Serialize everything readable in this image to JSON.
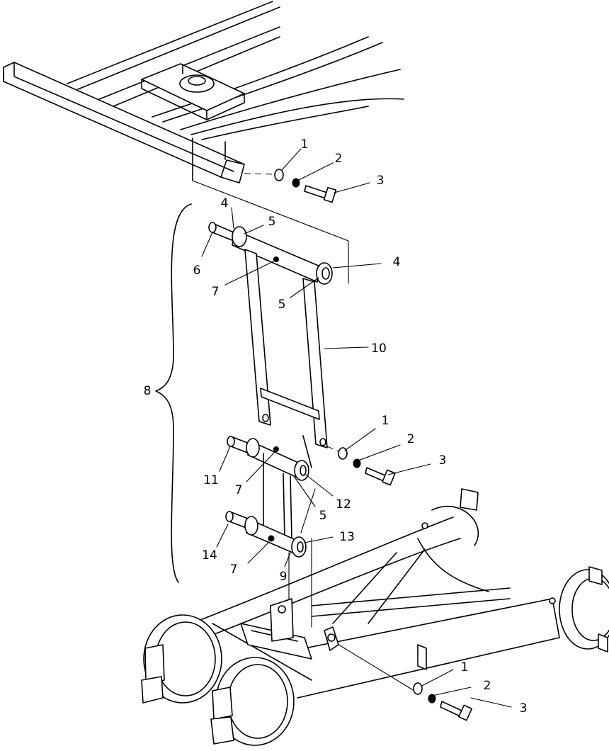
{
  "callouts": [
    {
      "id": "c1-top",
      "text": "1"
    },
    {
      "id": "c2-top",
      "text": "2"
    },
    {
      "id": "c3-top",
      "text": "3"
    },
    {
      "id": "c4-left",
      "text": "4"
    },
    {
      "id": "c5-left",
      "text": "5"
    },
    {
      "id": "c6",
      "text": "6"
    },
    {
      "id": "c4-right",
      "text": "4"
    },
    {
      "id": "c7-top",
      "text": "7"
    },
    {
      "id": "c5-mid",
      "text": "5"
    },
    {
      "id": "c10",
      "text": "10"
    },
    {
      "id": "c8",
      "text": "8"
    },
    {
      "id": "c1-mid",
      "text": "1"
    },
    {
      "id": "c2-mid",
      "text": "2"
    },
    {
      "id": "c3-mid",
      "text": "3"
    },
    {
      "id": "c11",
      "text": "11"
    },
    {
      "id": "c7-mid",
      "text": "7"
    },
    {
      "id": "c12",
      "text": "12"
    },
    {
      "id": "c5-low",
      "text": "5"
    },
    {
      "id": "c13",
      "text": "13"
    },
    {
      "id": "c14",
      "text": "14"
    },
    {
      "id": "c7-low",
      "text": "7"
    },
    {
      "id": "c9",
      "text": "9"
    },
    {
      "id": "c1-bot",
      "text": "1"
    },
    {
      "id": "c2-bot",
      "text": "2"
    },
    {
      "id": "c3-bot",
      "text": "3"
    }
  ]
}
